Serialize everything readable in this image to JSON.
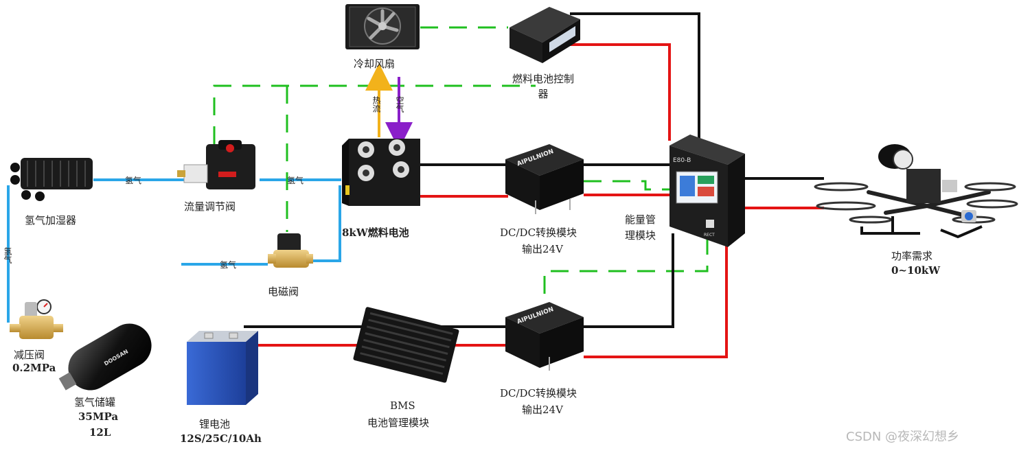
{
  "labels": {
    "fan": "冷却风扇",
    "fc_controller": "燃料电池控制器",
    "h2_humidifier": "氢气加湿器",
    "flow_valve": "流量调节阀",
    "fuel_cell": "8kW燃料电池",
    "solenoid": "电磁阀",
    "reducer_name": "减压阀",
    "reducer_pressure": "0.2MPa",
    "tank_name": "氢气储罐",
    "tank_pressure": "35MPa",
    "tank_volume": "12L",
    "battery_name": "锂电池",
    "battery_spec": "12S/25C/10Ah",
    "bms_name": "BMS",
    "bms_desc": "电池管理模块",
    "dcdc1_name": "DC/DC转换模块",
    "dcdc1_out": "输出24V",
    "dcdc2_name": "DC/DC转换模块",
    "dcdc2_out": "输出24V",
    "energy_mgmt_l1": "能量管",
    "energy_mgmt_l2": "理模块",
    "demand_name": "功率需求",
    "demand_range": "0~10kW",
    "emb_brand": "E80-B",
    "emb_rect": "RECT",
    "dcdc_brand": "AIPULNION",
    "tank_brand": "DOOSAN"
  },
  "flow_labels": {
    "h2_a": "氢气",
    "h2_b": "氢气",
    "h2_c": "氢气",
    "h2_v": "氢气",
    "heat_flow": "热流",
    "air": "空气"
  },
  "watermark": "CSDN @夜深幻想乡",
  "colors": {
    "hydrogen_line": "#2aa6e8",
    "signal_line": "#1fbf1f",
    "power_pos": "#e41414",
    "power_neg": "#111111",
    "heat_arrow": "#f2b21b",
    "air_arrow": "#8a1fc9"
  }
}
